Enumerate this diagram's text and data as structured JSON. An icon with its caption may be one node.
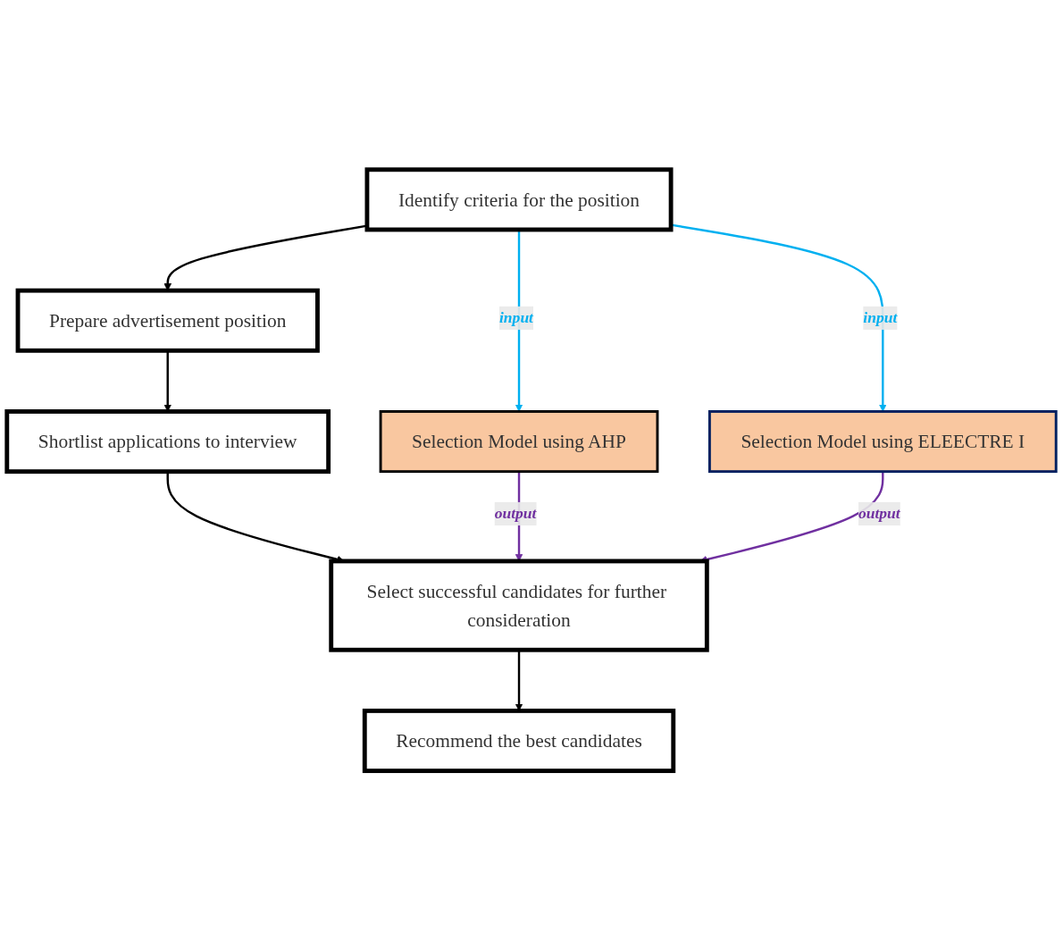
{
  "diagram": {
    "nodes": [
      {
        "text": [
          "Identify criteria for the position"
        ]
      },
      {
        "text": [
          "Prepare advertisement position"
        ]
      },
      {
        "text": [
          "Shortlist applications to interview"
        ]
      },
      {
        "text": [
          "Selection Model using AHP"
        ]
      },
      {
        "text": [
          "Selection Model using ELEECTRE I"
        ]
      },
      {
        "text": [
          "Select successful candidates for further consideration"
        ]
      },
      {
        "text": [
          "Recommend the best candidates"
        ]
      }
    ],
    "edges": [
      {
        "from": 0,
        "to": 1,
        "arrow": "to"
      },
      {
        "from": 1,
        "to": 2,
        "arrow": "to"
      },
      {
        "from": 2,
        "to": 5,
        "arrow": "to"
      },
      {
        "from": 5,
        "to": 6,
        "arrow": "to"
      },
      {
        "from": 0,
        "to": 3,
        "arrow": "to",
        "label": "input",
        "color": "#00b0f0"
      },
      {
        "from": 0,
        "to": 4,
        "arrow": "to",
        "label": "input",
        "color": "#00b0f0"
      },
      {
        "from": 3,
        "to": 5,
        "arrow": "to",
        "label": "output",
        "color": "#7030a0"
      },
      {
        "from": 4,
        "to": 5,
        "arrow": "to",
        "label": "output",
        "color": "#7030a0"
      }
    ]
  }
}
